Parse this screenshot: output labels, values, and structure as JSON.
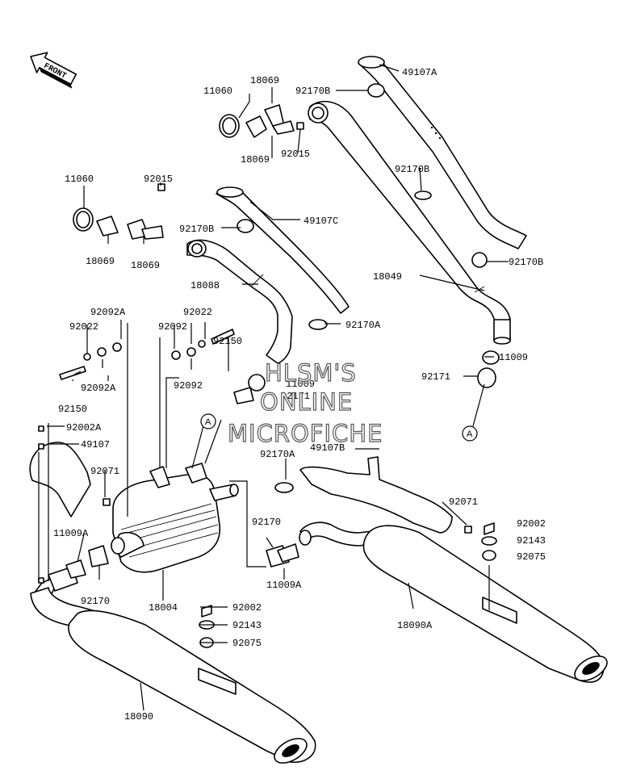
{
  "front_label": "FRONT",
  "ref_marker": "A",
  "watermark": [
    "HLSM'S",
    "ONLINE",
    "MICROFICHE"
  ],
  "labels": {
    "p49107A": "49107A",
    "p92170B_top": "92170B",
    "p18069_top": "18069",
    "p11060_top": "11060",
    "p18069_b": "18069",
    "p92015_b": "92015",
    "p92170B_mid": "92170B",
    "p11060_l": "11060",
    "p92015_l": "92015",
    "p49107C": "49107C",
    "p92170B_l": "92170B",
    "p18069_l1": "18069",
    "p18069_l2": "18069",
    "p92170B_r": "92170B",
    "p18049": "18049",
    "p18088": "18088",
    "p92092A_t": "92092A",
    "p92022_l": "92022",
    "p92022_m": "92022",
    "p92092": "92092",
    "p92170A_t": "92170A",
    "p11009_r": "11009",
    "p92150_m": "92150",
    "p92092A_l": "92092A",
    "p92092_b": "92092",
    "p11009_m": "11009",
    "p92171_m": "92171",
    "p92171_r": "92171",
    "p92150_l": "92150",
    "p92002A": "92002A",
    "p49107": "49107",
    "p92170A_m": "92170A",
    "p49107B": "49107B",
    "p92071_l": "92071",
    "p92071_r": "92071",
    "p92002_r": "92002",
    "p92143_r": "92143",
    "p92075_r": "92075",
    "p92170_m": "92170",
    "p11009A_l": "11009A",
    "p11009A_m": "11009A",
    "p92170_l": "92170",
    "p18004": "18004",
    "p18090A": "18090A",
    "p92002_b": "92002",
    "p92143_b": "92143",
    "p92075_b": "92075",
    "p18090": "18090"
  }
}
